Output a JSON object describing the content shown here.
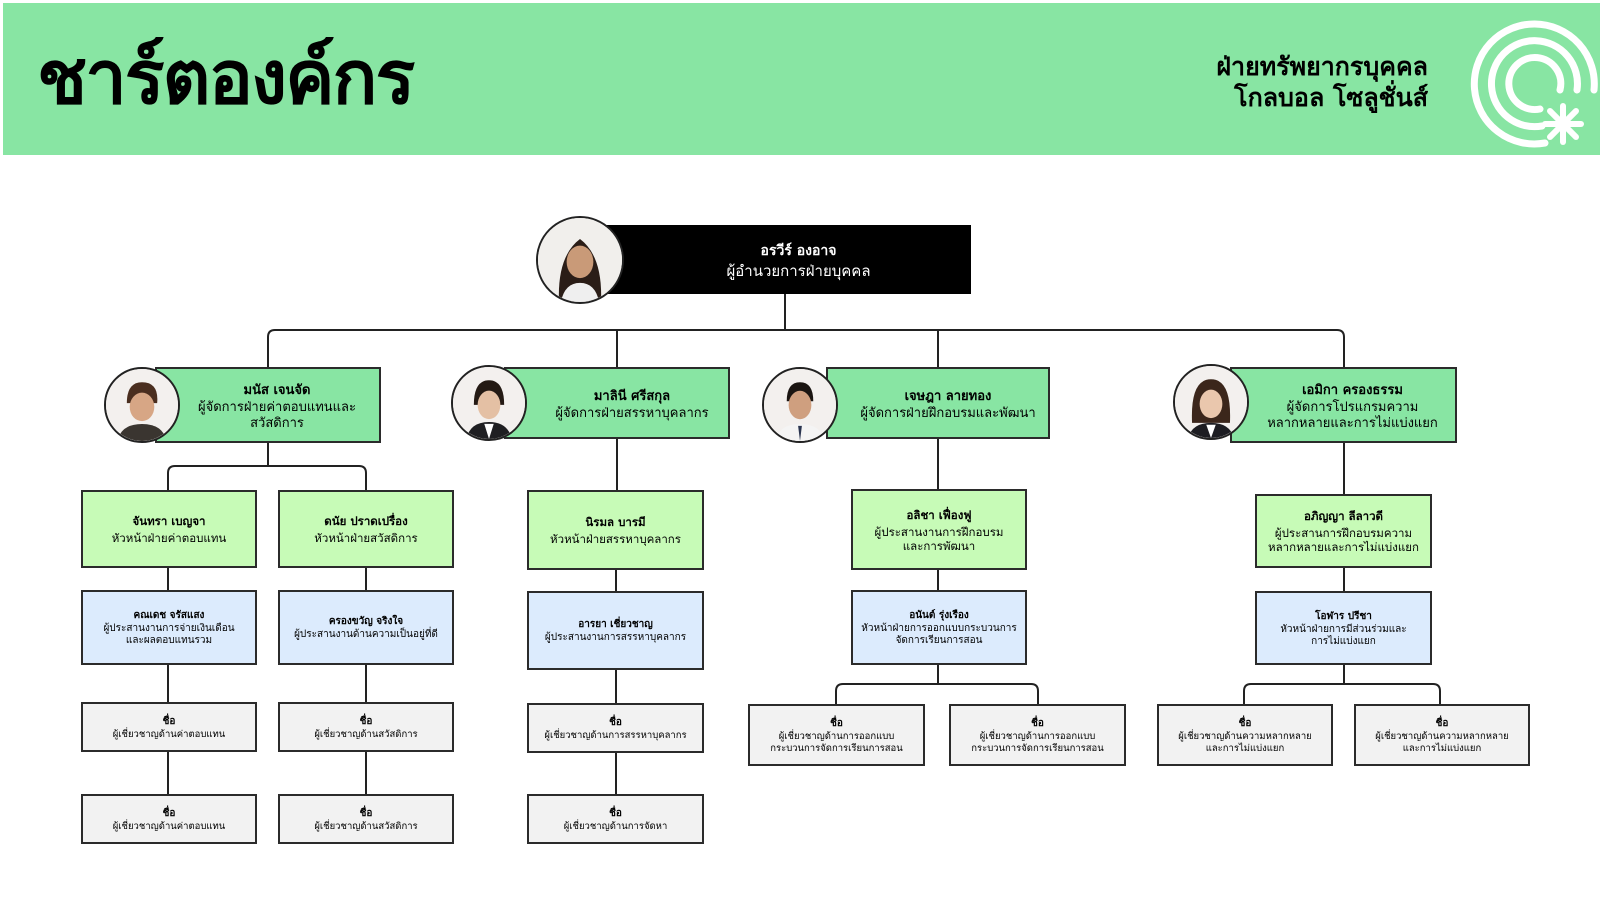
{
  "header": {
    "title": "ชาร์ตองค์กร",
    "dept_line1": "ฝ่ายทรัพยากรบุคคล",
    "dept_line2": "โกลบอล โซลูชั่นส์",
    "logo_icon": "concentric-arcs-asterisk-icon"
  },
  "colors": {
    "header_bg": "#88e5a3",
    "manager_box": "#88e5a3",
    "lead_box": "#c7fbb7",
    "coordinator_box": "#dcebfd",
    "specialist_box": "#f2f2f2",
    "top_box": "#000000"
  },
  "director": {
    "name": "อรวีร์ องอาจ",
    "role": "ผู้อำนวยการฝ่ายบุคคล"
  },
  "managers": [
    {
      "name": "มนัส เจนจัด",
      "role": "ผู้จัดการฝ่ายค่าตอบแทนและ\nสวัสดิการ"
    },
    {
      "name": "มาลินี ศรีสกุล",
      "role": "ผู้จัดการฝ่ายสรรหาบุคลากร"
    },
    {
      "name": "เจษฎา ลายทอง",
      "role": "ผู้จัดการฝ่ายฝึกอบรมและพัฒนา"
    },
    {
      "name": "เอมิกา ครองธรรม",
      "role": "ผู้จัดการโปรแกรมความ\nหลากหลายและการไม่แบ่งแยก"
    }
  ],
  "leads": [
    {
      "name": "จันทรา เบญจา",
      "role": "หัวหน้าฝ่ายค่าตอบแทน"
    },
    {
      "name": "ดนัย ปราดเปรื่อง",
      "role": "หัวหน้าฝ่ายสวัสดิการ"
    },
    {
      "name": "นิรมล บารมี",
      "role": "หัวหน้าฝ่ายสรรหาบุคลากร"
    },
    {
      "name": "อลิชา เฟื่องฟู",
      "role": "ผู้ประสานงานการฝึกอบรม\nและการพัฒนา"
    },
    {
      "name": "อภิญญา ลีลาวดี",
      "role": "ผู้ประสานการฝึกอบรมความ\nหลากหลายและการไม่แบ่งแยก"
    }
  ],
  "coordinators": [
    {
      "name": "คณเดช จรัสแสง",
      "role": "ผู้ประสานงานการจ่ายเงินเดือน\nและผลตอบแทนรวม"
    },
    {
      "name": "ครองขวัญ จริงใจ",
      "role": "ผู้ประสานงานด้านความเป็นอยู่ที่ดี"
    },
    {
      "name": "อารยา เชี่ยวชาญ",
      "role": "ผู้ประสานงานการสรรหาบุคลากร"
    },
    {
      "name": "อนันต์ รุ่งเรือง",
      "role": "หัวหน้าฝ่ายการออกแบบกระบวนการ\nจัดการเรียนการสอน"
    },
    {
      "name": "โอฬาร ปรีชา",
      "role": "หัวหน้าฝ่ายการมีส่วนร่วมและ\nการไม่แบ่งแยก"
    }
  ],
  "specialists": [
    {
      "name": "ชื่อ",
      "role": "ผู้เชี่ยวชาญด้านค่าตอบแทน"
    },
    {
      "name": "ชื่อ",
      "role": "ผู้เชี่ยวชาญด้านค่าตอบแทน"
    },
    {
      "name": "ชื่อ",
      "role": "ผู้เชี่ยวชาญด้านสวัสดิการ"
    },
    {
      "name": "ชื่อ",
      "role": "ผู้เชี่ยวชาญด้านสวัสดิการ"
    },
    {
      "name": "ชื่อ",
      "role": "ผู้เชี่ยวชาญด้านการสรรหาบุคลากร"
    },
    {
      "name": "ชื่อ",
      "role": "ผู้เชี่ยวชาญด้านการจัดหา"
    },
    {
      "name": "ชื่อ",
      "role": "ผู้เชี่ยวชาญด้านการออกแบบ\nกระบวนการจัดการเรียนการสอน"
    },
    {
      "name": "ชื่อ",
      "role": "ผู้เชี่ยวชาญด้านการออกแบบ\nกระบวนการจัดการเรียนการสอน"
    },
    {
      "name": "ชื่อ",
      "role": "ผู้เชี่ยวชาญด้านความหลากหลาย\nและการไม่แบ่งแยก"
    },
    {
      "name": "ชื่อ",
      "role": "ผู้เชี่ยวชาญด้านความหลากหลาย\nและการไม่แบ่งแยก"
    }
  ]
}
